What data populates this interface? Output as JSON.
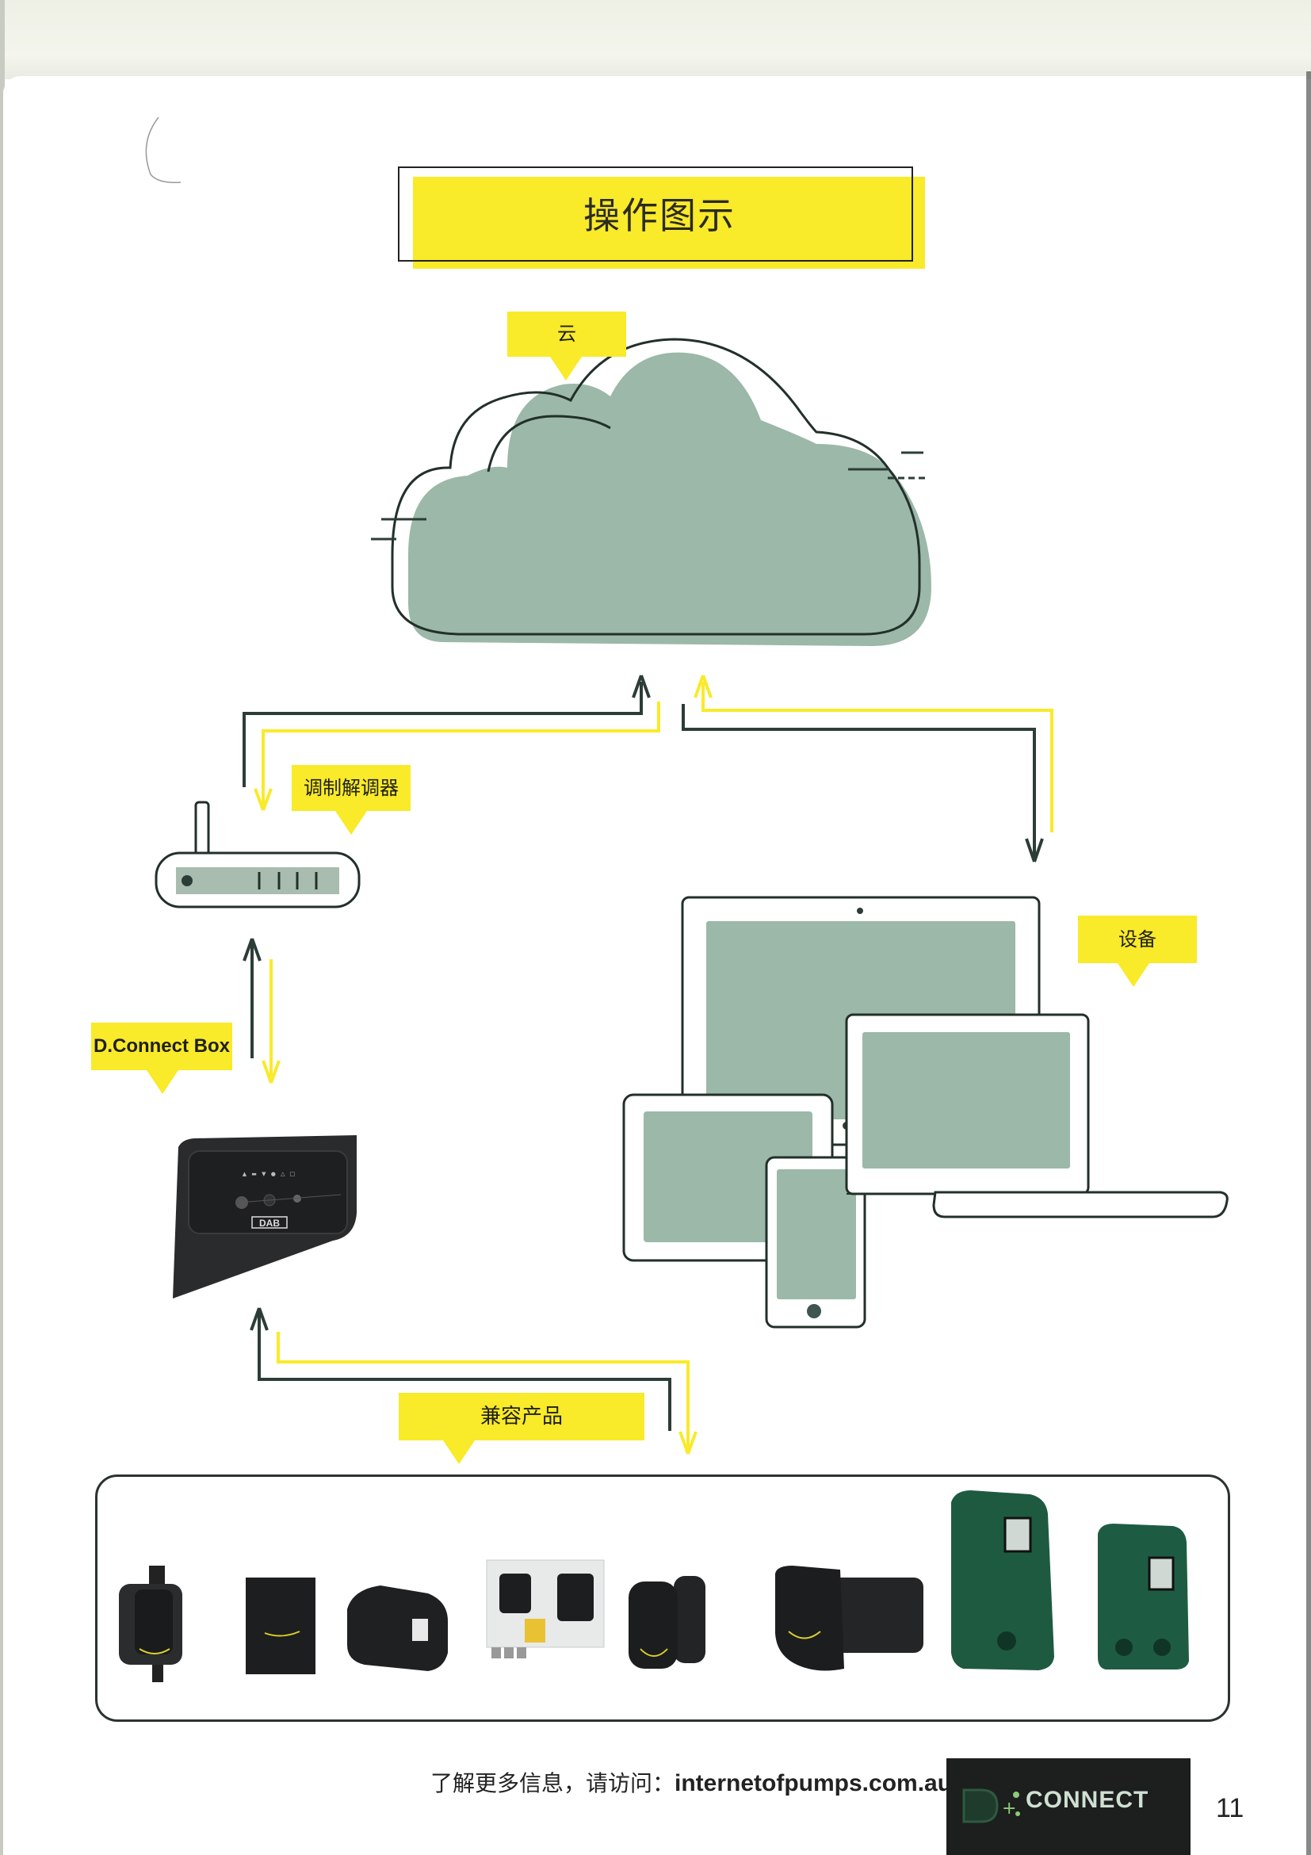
{
  "title": "操作图示",
  "labels": {
    "cloud": "云",
    "modem": "调制解调器",
    "dconnect_box": "D.Connect Box",
    "devices": "设备",
    "compatible_products": "兼容产品"
  },
  "dconnect_box_brand": "DAB",
  "products": [
    {
      "name": "circulator-pump-1"
    },
    {
      "name": "wall-inverter-panel"
    },
    {
      "name": "inverter-controller"
    },
    {
      "name": "control-panel"
    },
    {
      "name": "circulator-pump-2"
    },
    {
      "name": "circulator-pump-3"
    },
    {
      "name": "esybox-tall"
    },
    {
      "name": "esybox-mini"
    }
  ],
  "footer": {
    "prefix": "了解更多信息，请访问：",
    "url": "internetofpumps.com.au",
    "logo_text": "CONNECT",
    "page_number": "11"
  },
  "colors": {
    "accent_yellow": "#f9ea2a",
    "dark_green": "#2c3d37",
    "sage": "#9bb8a9"
  }
}
